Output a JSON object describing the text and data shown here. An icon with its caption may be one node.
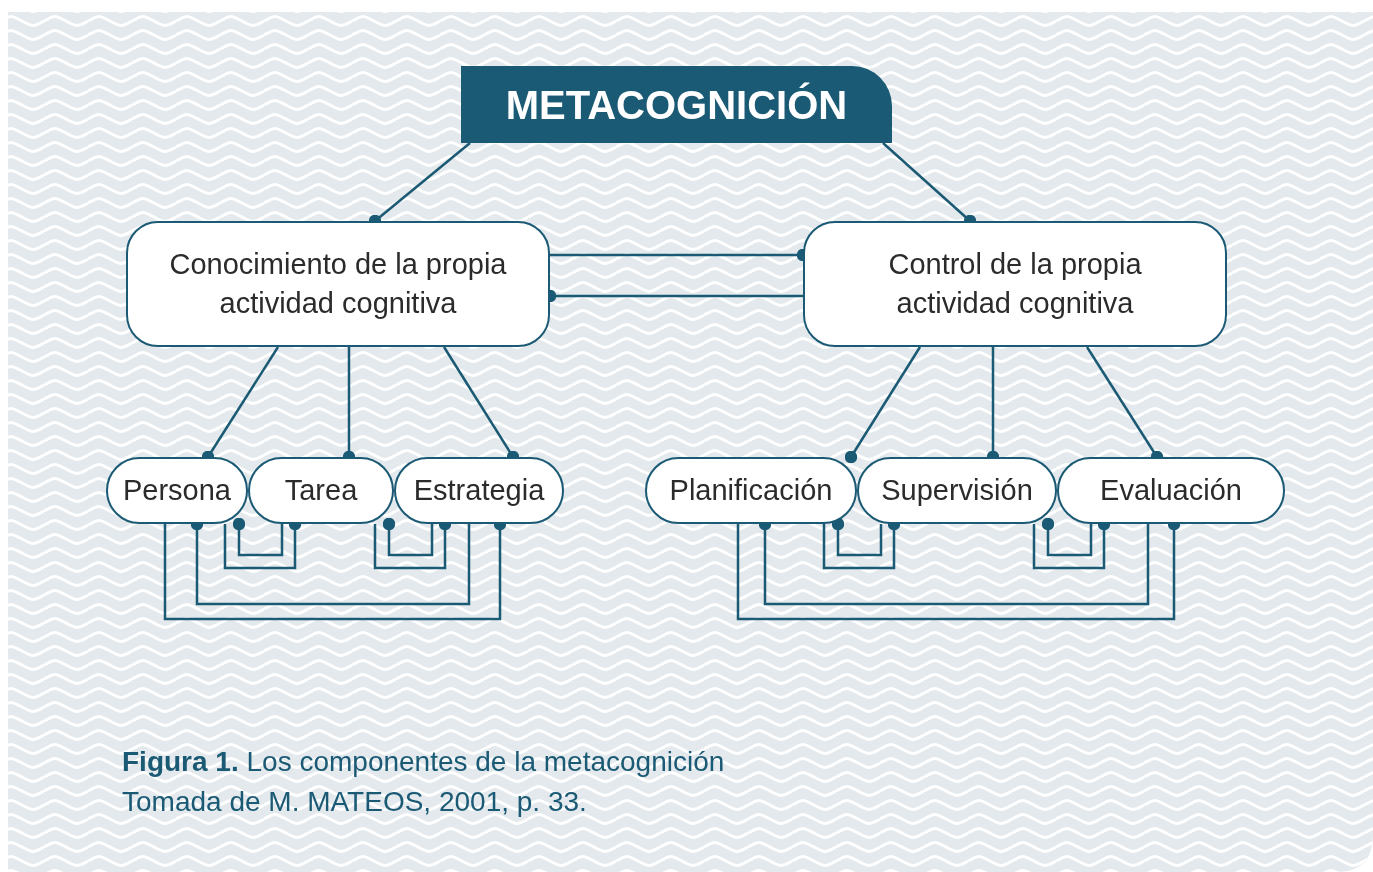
{
  "diagram": {
    "caption": "**Figura 1.** Los componentes de la metacognición",
    "nodes": [
      {
        "text": [
          "METACOGNICIÓN"
        ]
      },
      {
        "text": [
          "Conocimiento de la propia actividad cognitiva"
        ]
      },
      {
        "text": [
          "Control de la propia actividad cognitiva"
        ]
      },
      {
        "text": [
          "Persona"
        ]
      },
      {
        "text": [
          "Tarea"
        ]
      },
      {
        "text": [
          "Estrategia"
        ]
      },
      {
        "text": [
          "Planificación"
        ]
      },
      {
        "text": [
          "Supervisión"
        ]
      },
      {
        "text": [
          "Evaluación"
        ]
      }
    ],
    "edges": [
      {
        "from": 0,
        "to": 1,
        "arrow": "other"
      },
      {
        "from": 0,
        "to": 2,
        "arrow": "other"
      },
      {
        "from": 1,
        "to": 2,
        "arrow": "other"
      },
      {
        "from": 2,
        "to": 1,
        "arrow": "other"
      },
      {
        "from": 1,
        "to": 3,
        "arrow": "other"
      },
      {
        "from": 1,
        "to": 4,
        "arrow": "other"
      },
      {
        "from": 1,
        "to": 5,
        "arrow": "other"
      },
      {
        "from": 2,
        "to": 6,
        "arrow": "other"
      },
      {
        "from": 2,
        "to": 7,
        "arrow": "other"
      },
      {
        "from": 2,
        "to": 8,
        "arrow": "other"
      },
      {
        "from": 4,
        "to": 3,
        "arrow": "other"
      },
      {
        "from": 3,
        "to": 4,
        "arrow": "other"
      },
      {
        "from": 5,
        "to": 4,
        "arrow": "other"
      },
      {
        "from": 4,
        "to": 5,
        "arrow": "other"
      },
      {
        "from": 5,
        "to": 3,
        "arrow": "other"
      },
      {
        "from": 3,
        "to": 5,
        "arrow": "other"
      },
      {
        "from": 7,
        "to": 6,
        "arrow": "other"
      },
      {
        "from": 6,
        "to": 7,
        "arrow": "other"
      },
      {
        "from": 8,
        "to": 7,
        "arrow": "other"
      },
      {
        "from": 7,
        "to": 8,
        "arrow": "other"
      },
      {
        "from": 8,
        "to": 6,
        "arrow": "other"
      },
      {
        "from": 6,
        "to": 8,
        "arrow": "other"
      }
    ],
    "labels": [
      "Tomada de M. MATEOS, 2001, p. 33."
    ]
  }
}
